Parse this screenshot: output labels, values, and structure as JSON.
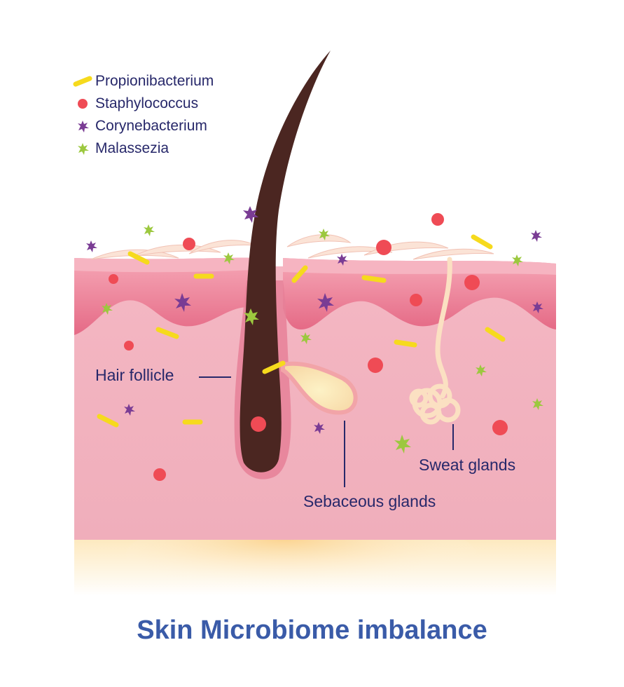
{
  "legend": [
    {
      "label": "Propionibacterium",
      "icon": "rod-bacterium-icon",
      "color": "#f6da1d"
    },
    {
      "label": "Staphylococcus",
      "icon": "coccus-bacterium-icon",
      "color": "#ef4b55"
    },
    {
      "label": "Corynebacterium",
      "icon": "spiky-bacterium-icon",
      "color": "#7a3c94"
    },
    {
      "label": "Malassezia",
      "icon": "spiky-fungus-icon",
      "color": "#9cc83f"
    }
  ],
  "labels": {
    "hair_follicle": "Hair follicle",
    "sebaceous_glands": "Sebaceous glands",
    "sweat_glands": "Sweat glands"
  },
  "title": "Skin Microbiome imbalance",
  "colors": {
    "epidermis": "#e9738e",
    "dermis": "#f3b6c0",
    "hair": "#4b2621",
    "fat": "#fbe1a8",
    "label_text": "#27286a",
    "title_text": "#3a5ba8"
  }
}
